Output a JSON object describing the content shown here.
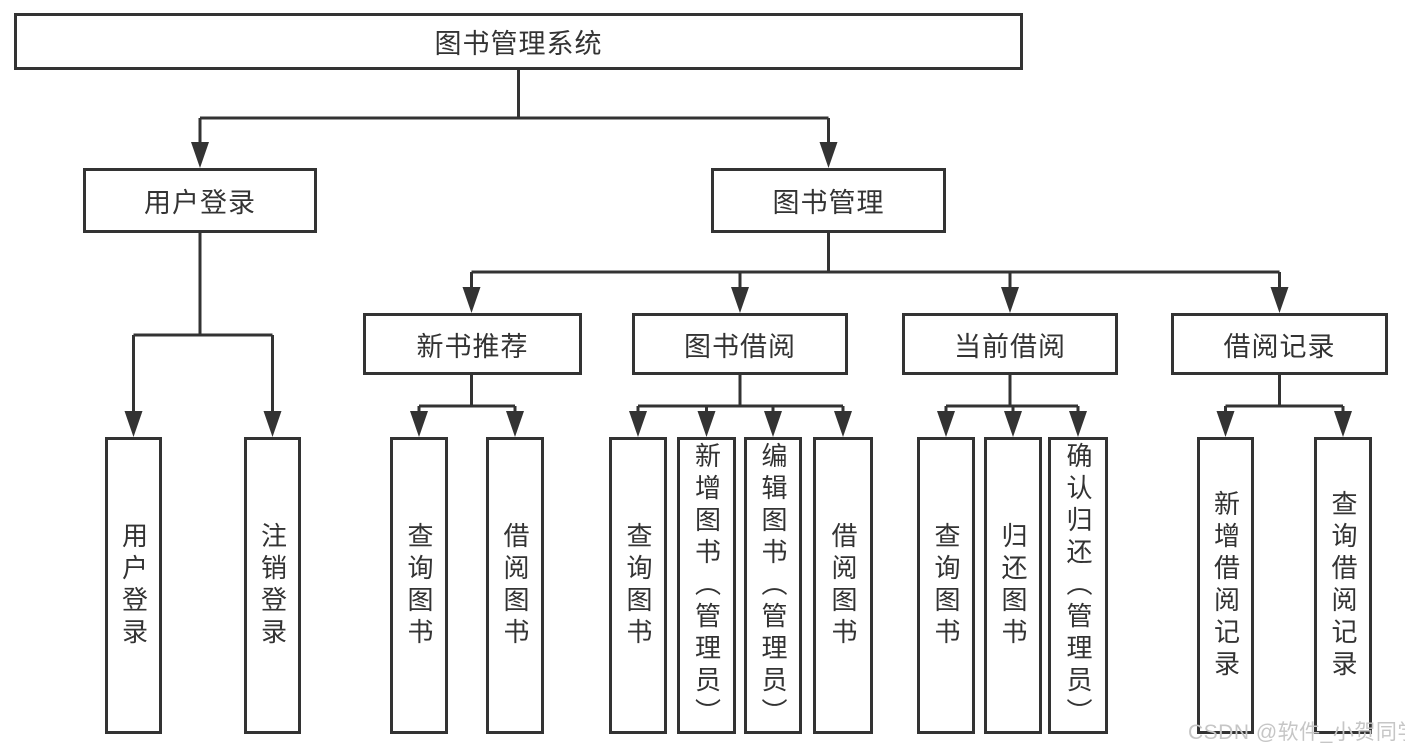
{
  "colors": {
    "line": "#333333",
    "text": "#333333",
    "box_background": "#ffffff",
    "watermark": "#c6c6c6",
    "background": "#ffffff"
  },
  "watermark": {
    "text": "CSDN @软件_小贺同学"
  },
  "tree": {
    "root": {
      "label": "图书管理系统"
    },
    "branches": [
      {
        "label": "用户登录",
        "children": [
          {
            "label": "用户登录"
          },
          {
            "label": "注销登录"
          }
        ]
      },
      {
        "label": "图书管理",
        "children": [
          {
            "label": "新书推荐",
            "children": [
              {
                "label": "查询图书"
              },
              {
                "label": "借阅图书"
              }
            ]
          },
          {
            "label": "图书借阅",
            "children": [
              {
                "label": "查询图书"
              },
              {
                "label": "新增图书（管理员）"
              },
              {
                "label": "编辑图书（管理员）"
              },
              {
                "label": "借阅图书"
              }
            ]
          },
          {
            "label": "当前借阅",
            "children": [
              {
                "label": "查询图书"
              },
              {
                "label": "归还图书"
              },
              {
                "label": "确认归还（管理员）"
              }
            ]
          },
          {
            "label": "借阅记录",
            "children": [
              {
                "label": "新增借阅记录"
              },
              {
                "label": "查询借阅记录"
              }
            ]
          }
        ]
      }
    ]
  }
}
